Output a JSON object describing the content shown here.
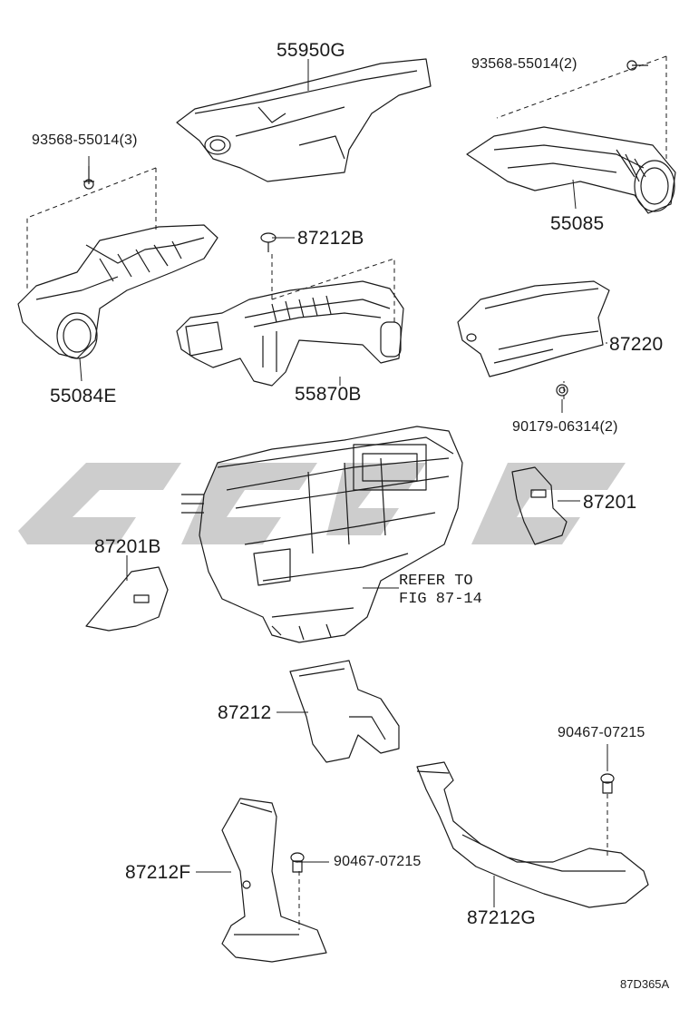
{
  "diagram": {
    "parts": [
      {
        "id": "p1",
        "number": "55950G"
      },
      {
        "id": "p2",
        "number": "93568-55014(2)"
      },
      {
        "id": "p3",
        "number": "93568-55014(3)"
      },
      {
        "id": "p4",
        "number": "55085"
      },
      {
        "id": "p5",
        "number": "87212B"
      },
      {
        "id": "p6",
        "number": "87220"
      },
      {
        "id": "p7",
        "number": "55084E"
      },
      {
        "id": "p8",
        "number": "55870B"
      },
      {
        "id": "p9",
        "number": "90179-06314(2)"
      },
      {
        "id": "p10",
        "number": "87201"
      },
      {
        "id": "p11",
        "number": "87201B"
      },
      {
        "id": "p12",
        "number": "87212"
      },
      {
        "id": "p13",
        "number": "90467-07215"
      },
      {
        "id": "p14",
        "number": "90467-07215"
      },
      {
        "id": "p15",
        "number": "87212F"
      },
      {
        "id": "p16",
        "number": "87212G"
      }
    ],
    "reference_note": "REFER TO\nFIG 87-14",
    "figure_code": "87D365A"
  },
  "colors": {
    "line": "#1a1a1a",
    "watermark": "#c4c4c4"
  }
}
